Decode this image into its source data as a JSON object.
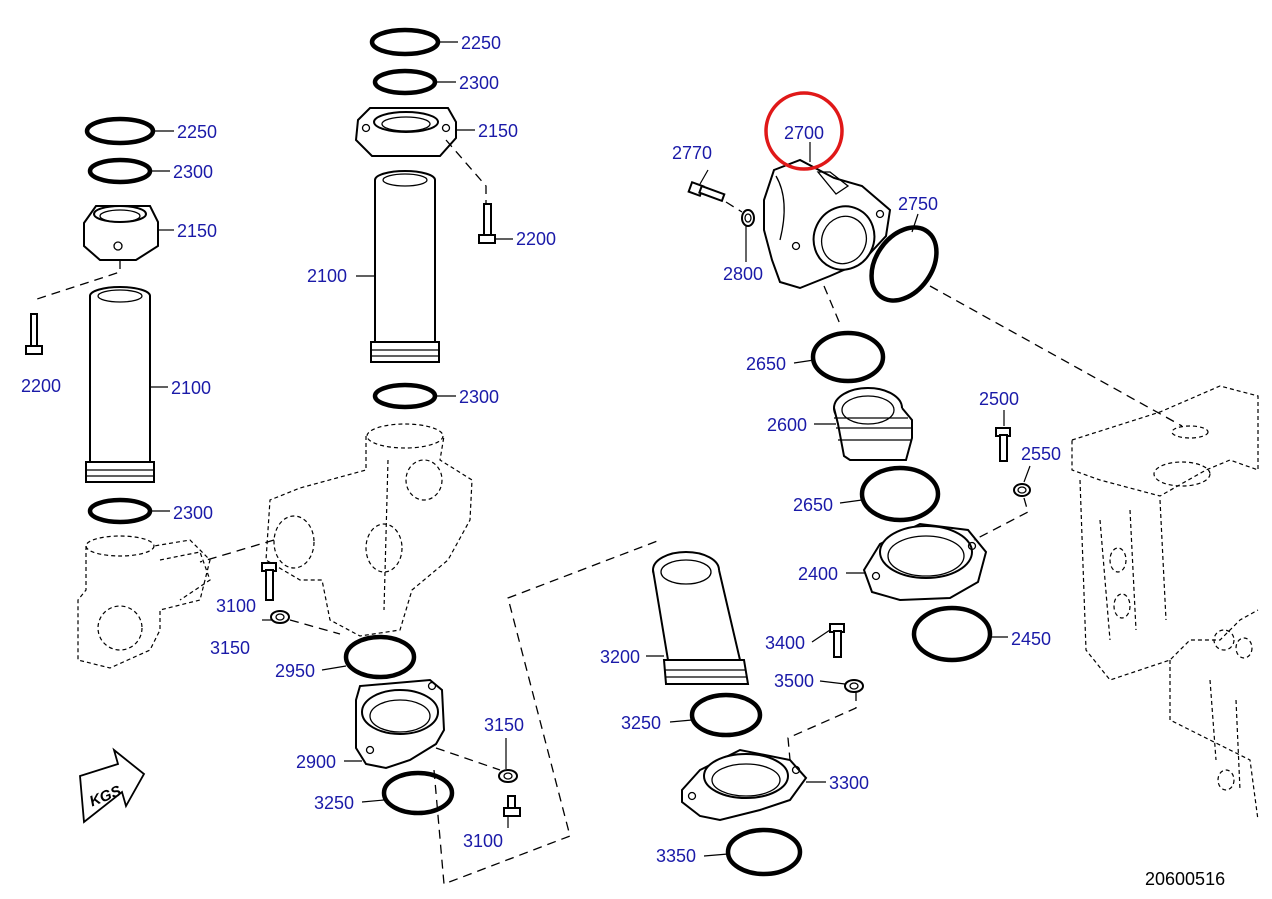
{
  "diagram": {
    "drawing_number": "20600516",
    "direction_arrow_text": "KGS",
    "highlight_color": "#e01818",
    "callout_color": "#1a1aa8",
    "callouts": [
      {
        "id": "c1",
        "text": "2250"
      },
      {
        "id": "c2",
        "text": "2300"
      },
      {
        "id": "c3",
        "text": "2150"
      },
      {
        "id": "c4",
        "text": "2200"
      },
      {
        "id": "c5",
        "text": "2100"
      },
      {
        "id": "c6",
        "text": "2300"
      },
      {
        "id": "c7",
        "text": "2250"
      },
      {
        "id": "c8",
        "text": "2300"
      },
      {
        "id": "c9",
        "text": "2150"
      },
      {
        "id": "c10",
        "text": "2200"
      },
      {
        "id": "c11",
        "text": "2100"
      },
      {
        "id": "c12",
        "text": "2300"
      },
      {
        "id": "c13",
        "text": "2700"
      },
      {
        "id": "c14",
        "text": "2770"
      },
      {
        "id": "c15",
        "text": "2750"
      },
      {
        "id": "c16",
        "text": "2800"
      },
      {
        "id": "c17",
        "text": "2650"
      },
      {
        "id": "c18",
        "text": "2600"
      },
      {
        "id": "c19",
        "text": "2650"
      },
      {
        "id": "c20",
        "text": "2500"
      },
      {
        "id": "c21",
        "text": "2550"
      },
      {
        "id": "c22",
        "text": "2400"
      },
      {
        "id": "c23",
        "text": "2450"
      },
      {
        "id": "c24",
        "text": "3100"
      },
      {
        "id": "c25",
        "text": "3150"
      },
      {
        "id": "c26",
        "text": "2950"
      },
      {
        "id": "c27",
        "text": "2900"
      },
      {
        "id": "c28",
        "text": "3250"
      },
      {
        "id": "c29",
        "text": "3150"
      },
      {
        "id": "c30",
        "text": "3100"
      },
      {
        "id": "c31",
        "text": "3200"
      },
      {
        "id": "c32",
        "text": "3250"
      },
      {
        "id": "c33",
        "text": "3400"
      },
      {
        "id": "c34",
        "text": "3500"
      },
      {
        "id": "c35",
        "text": "3300"
      },
      {
        "id": "c36",
        "text": "3350"
      }
    ]
  }
}
